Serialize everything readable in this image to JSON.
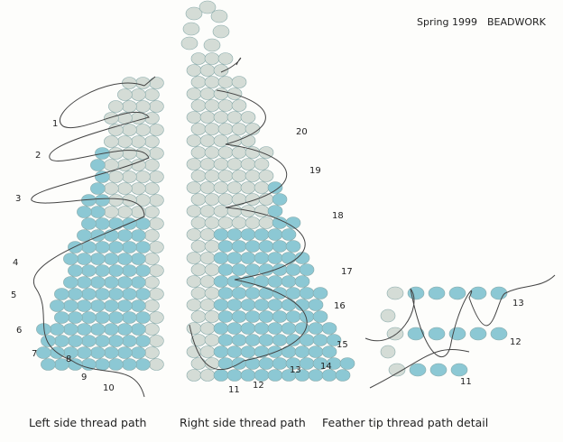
{
  "header": {
    "issue": "Spring 1999",
    "magazine": "BEADWORK"
  },
  "captions": {
    "left": "Left side thread path",
    "right": "Right side thread path",
    "detail": "Feather tip thread path detail"
  },
  "left_numbers": [
    "1",
    "2",
    "3",
    "4",
    "5",
    "6",
    "7",
    "8",
    "9",
    "10"
  ],
  "right_numbers": [
    "20",
    "19",
    "18",
    "17",
    "16",
    "15",
    "14",
    "13",
    "12",
    "11"
  ],
  "detail_numbers": [
    "13",
    "12",
    "11"
  ],
  "colors": {
    "bead_blue": "#8cc8d4",
    "bead_grey": "#d4dcd6",
    "thread": "#444444"
  }
}
